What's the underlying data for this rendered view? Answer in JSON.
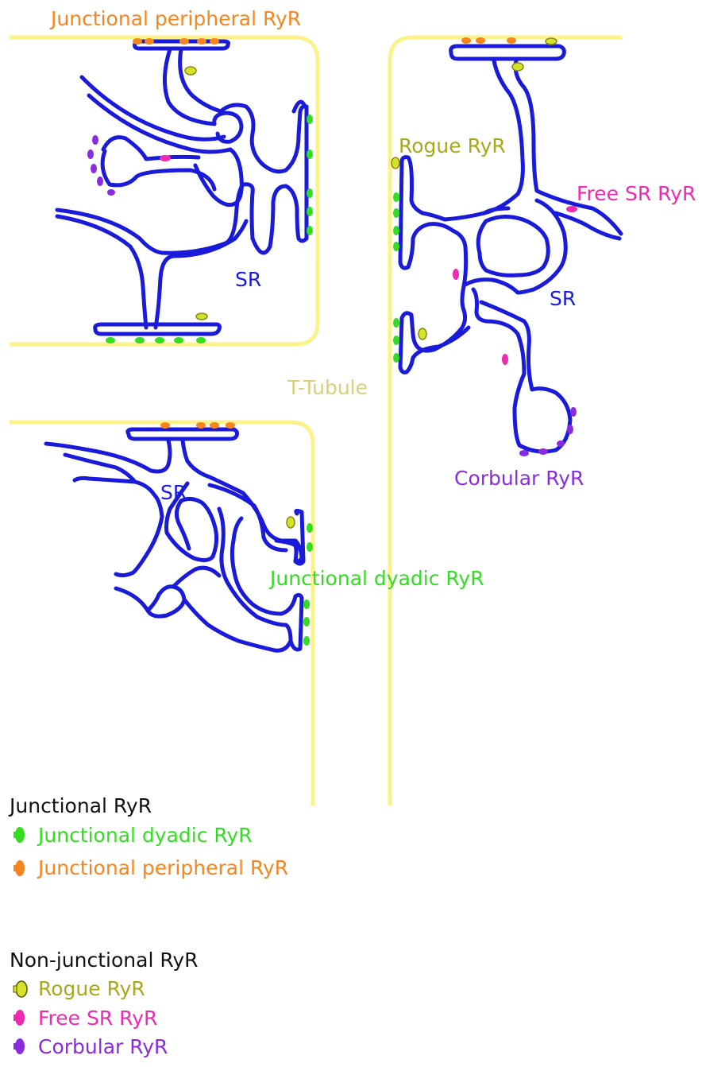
{
  "colors": {
    "sr": "#1a1adb",
    "t_tubule": "#fdf28a",
    "dyadic": "#33dd22",
    "peripheral": "#f5861f",
    "rogue": "#c6d81e",
    "rogue_text": "#a9a81a",
    "free": "#ee2ab0",
    "corbular": "#8a2be2",
    "black": "#111111"
  },
  "labels": {
    "junctional_peripheral": "Junctional peripheral RyR",
    "rogue": "Rogue RyR",
    "free_sr": "Free SR RyR",
    "sr": "SR",
    "t_tubule": "T-Tubule",
    "corbular": "Corbular RyR",
    "junctional_dyadic": "Junctional dyadic RyR"
  },
  "legend": {
    "junctional_heading": "Junctional  RyR",
    "junctional_items": [
      {
        "label": "Junctional dyadic RyR",
        "color_key": "dyadic"
      },
      {
        "label": "Junctional peripheral RyR",
        "color_key": "peripheral"
      }
    ],
    "nonjunctional_heading": "Non-junctional  RyR",
    "nonjunctional_items": [
      {
        "label": "Rogue RyR",
        "color_key": "rogue"
      },
      {
        "label": "Free SR RyR",
        "color_key": "free"
      },
      {
        "label": "Corbular RyR",
        "color_key": "corbular"
      }
    ]
  }
}
